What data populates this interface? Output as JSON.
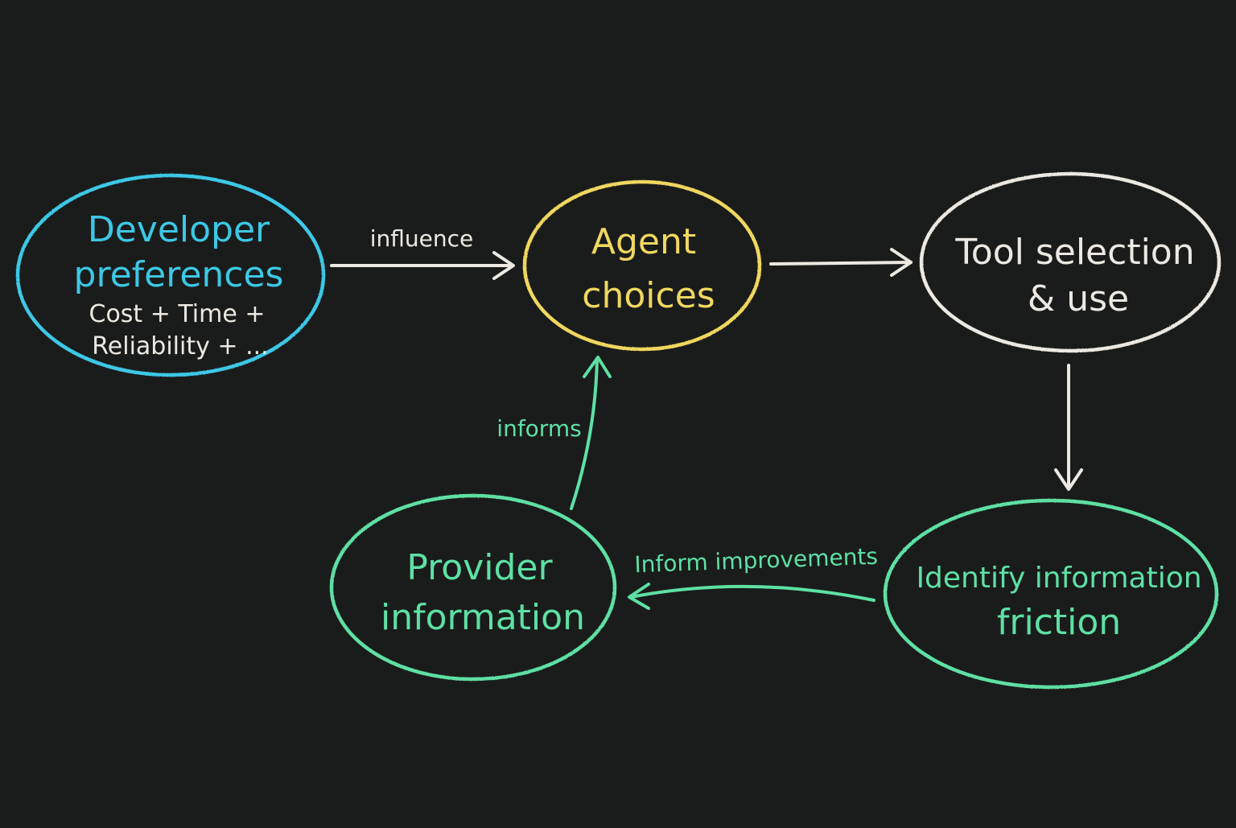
{
  "colors": {
    "background": "#1a1c1b",
    "cyan": "#3cc8e6",
    "yellow": "#f0d760",
    "white": "#ece9e2",
    "green": "#5ee0a4"
  },
  "nodes": {
    "developer": {
      "line1": "Developer",
      "line2": "preferences",
      "sub1": "Cost + Time +",
      "sub2": "Reliability + ..."
    },
    "agent": {
      "line1": "Agent",
      "line2": "choices"
    },
    "tool": {
      "line1": "Tool selection",
      "line2": "& use"
    },
    "friction": {
      "line1": "Identify information",
      "line2": "friction"
    },
    "provider": {
      "line1": "Provider",
      "line2": "information"
    }
  },
  "edges": {
    "influence": "influence",
    "informs": "informs",
    "inform_improvements": "Inform improvements"
  }
}
